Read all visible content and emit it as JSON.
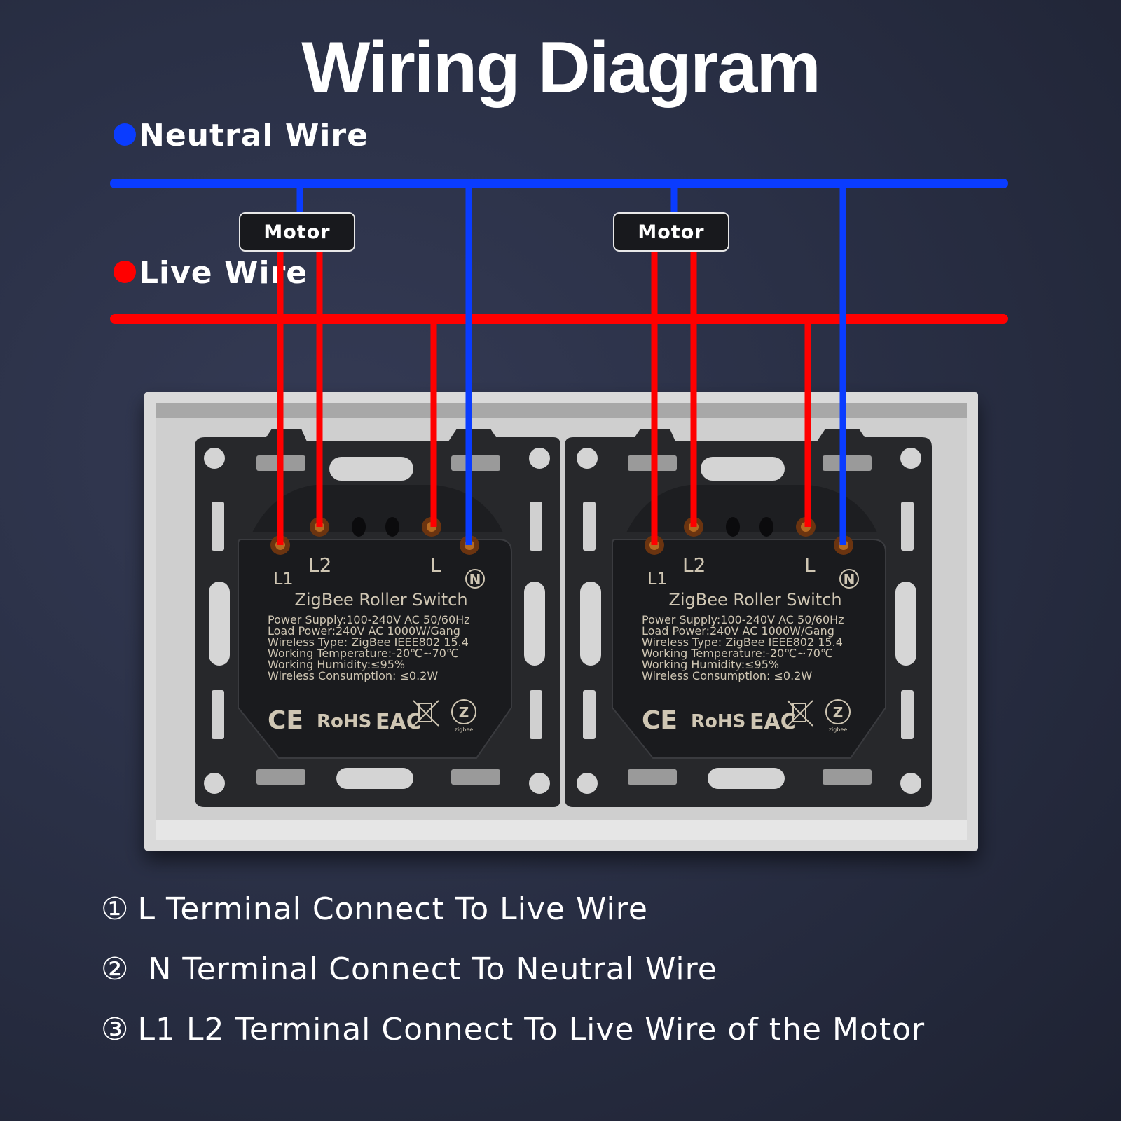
{
  "title": "Wiring Diagram",
  "legend": {
    "neutral": {
      "label": "Neutral Wire",
      "color": "#0a3cff"
    },
    "live": {
      "label": "Live Wire",
      "color": "#ff0000"
    }
  },
  "motors": [
    {
      "label": "Motor"
    },
    {
      "label": "Motor"
    }
  ],
  "modules": [
    {
      "terminals": {
        "l1": "L1",
        "l2": "L2",
        "l": "L",
        "n": "N"
      },
      "product_name": "ZigBee Roller Switch",
      "specs": [
        "Power Supply:100-240V AC 50/60Hz",
        "Load Power:240V AC 1000W/Gang",
        "Wireless Type: ZigBee IEEE802  15.4",
        "Working Temperature:-20℃~70℃",
        "Working Humidity:≤95%",
        "Wireless Consumption:  ≤0.2W"
      ],
      "certifications": [
        "CE",
        "RoHS",
        "EAC",
        "WEEE",
        "zigbee"
      ]
    },
    {
      "terminals": {
        "l1": "L1",
        "l2": "L2",
        "l": "L",
        "n": "N"
      },
      "product_name": "ZigBee Roller Switch",
      "specs": [
        "Power Supply:100-240V AC 50/60Hz",
        "Load Power:240V AC 1000W/Gang",
        "Wireless Type: ZigBee IEEE802  15.4",
        "Working Temperature:-20℃~70℃",
        "Working Humidity:≤95%",
        "Wireless Consumption:  ≤0.2W"
      ],
      "certifications": [
        "CE",
        "RoHS",
        "EAC",
        "WEEE",
        "zigbee"
      ]
    }
  ],
  "steps": [
    {
      "marker": "①",
      "text": "L Terminal Connect To Live Wire"
    },
    {
      "marker": "②",
      "text": " N Terminal Connect To Neutral Wire"
    },
    {
      "marker": "③",
      "text": "L1 L2 Terminal Connect To Live Wire of the Motor"
    }
  ]
}
